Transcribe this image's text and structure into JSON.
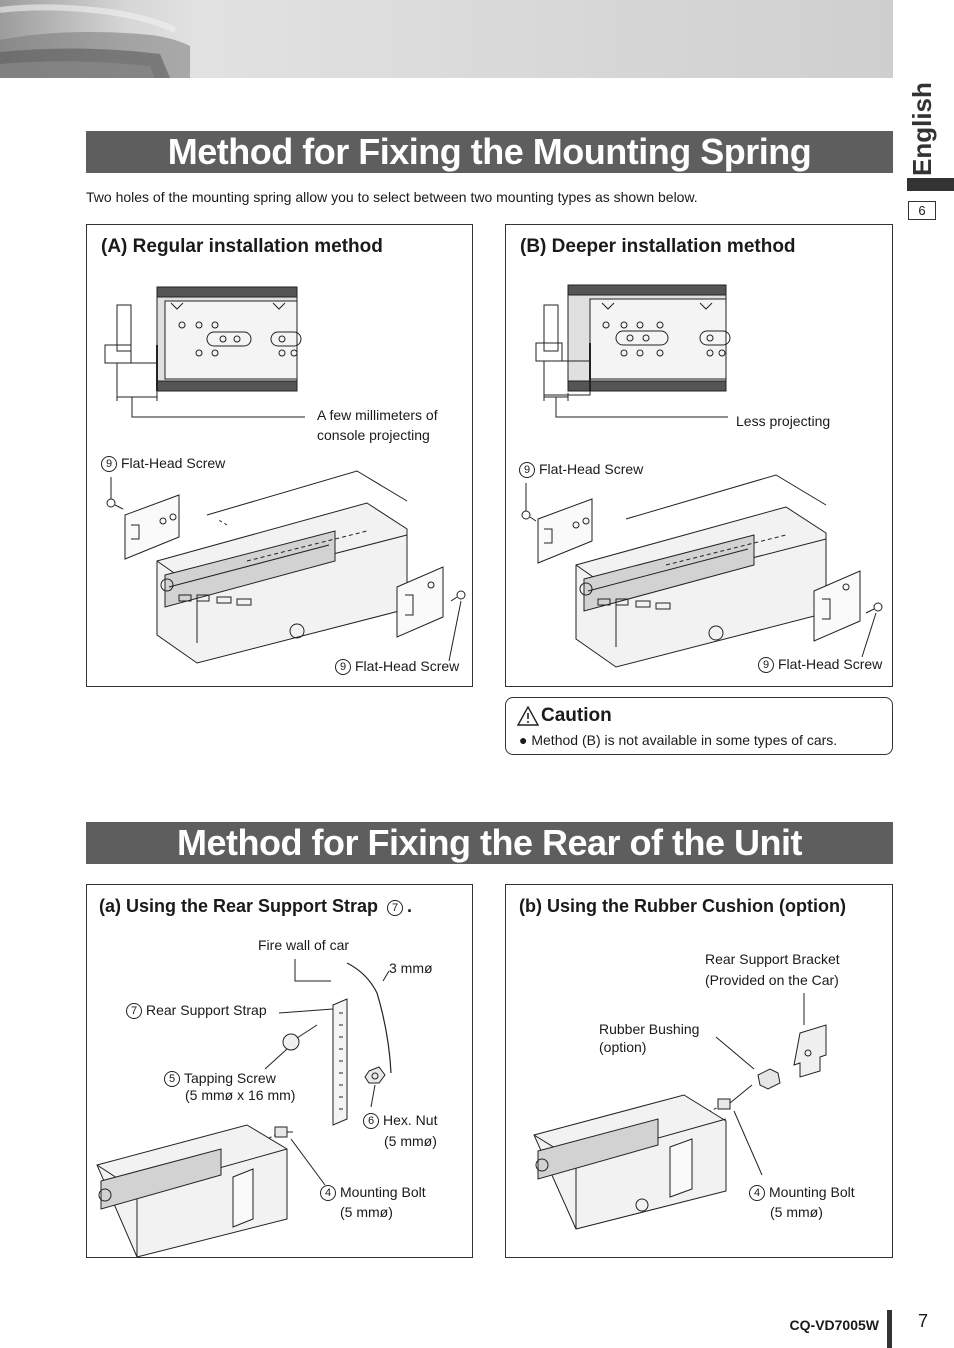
{
  "header": {
    "banner_image": "sea-horizon-photo"
  },
  "side_tab": {
    "language": "English",
    "section_number": "6"
  },
  "section1": {
    "title": "Method for Fixing the Mounting Spring",
    "intro": "Two holes of the mounting spring allow you to select between two mounting types as shown below.",
    "panel_a": {
      "title": "(A) Regular installation method",
      "projection_label_line1": "A few millimeters of",
      "projection_label_line2": "console projecting",
      "screw_top_num": "9",
      "screw_top_label": "Flat-Head Screw",
      "screw_bottom_num": "9",
      "screw_bottom_label": "Flat-Head Screw"
    },
    "panel_b": {
      "title": "(B) Deeper installation method",
      "projection_label": "Less projecting",
      "screw_top_num": "9",
      "screw_top_label": "Flat-Head Screw",
      "screw_bottom_num": "9",
      "screw_bottom_label": "Flat-Head Screw"
    },
    "caution": {
      "title": "Caution",
      "icon": "warning-triangle-icon",
      "bullet": "Method (B) is not available in some types of cars."
    }
  },
  "section2": {
    "title": "Method for Fixing the Rear of the Unit",
    "panel_a": {
      "title": "(a) Using the Rear Support Strap",
      "title_num": "7",
      "title_period": ".",
      "fire_wall": "Fire wall of car",
      "three_mm": "3 mmø",
      "strap_num": "7",
      "strap_label": "Rear Support Strap",
      "tapping_num": "5",
      "tapping_label": "Tapping Screw",
      "tapping_size": "(5 mmø x 16 mm)",
      "hexnut_num": "6",
      "hexnut_label": "Hex. Nut",
      "hexnut_size": "(5 mmø)",
      "bolt_num": "4",
      "bolt_label": "Mounting Bolt",
      "bolt_size": "(5 mmø)"
    },
    "panel_b": {
      "title": "(b) Using the Rubber Cushion (option)",
      "bracket_line1": "Rear Support Bracket",
      "bracket_line2": "(Provided on the Car)",
      "bushing_line1": "Rubber Bushing",
      "bushing_line2": "(option)",
      "bolt_num": "4",
      "bolt_label": "Mounting Bolt",
      "bolt_size": "(5 mmø)"
    }
  },
  "footer": {
    "model": "CQ-VD7005W",
    "page": "7"
  }
}
